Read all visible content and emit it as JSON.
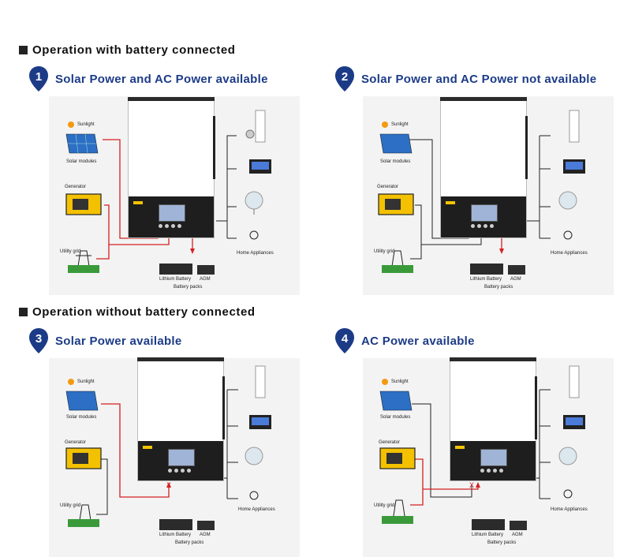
{
  "sections": {
    "with_battery": "Operation with battery connected",
    "without_battery": "Operation without battery connected"
  },
  "scenarios": [
    {
      "number": "1",
      "title": "Solar Power and AC Power available"
    },
    {
      "number": "2",
      "title": "Solar Power and AC Power not available"
    },
    {
      "number": "3",
      "title": "Solar Power available"
    },
    {
      "number": "4",
      "title": "AC Power available"
    }
  ],
  "labels": {
    "sunlight": "Sunlight",
    "solar_modules": "Solar modules",
    "generator": "Generator",
    "utility_grid": "Utility grid",
    "home_appliances": "Home Appliances",
    "lithium_battery": "Lithium Battery",
    "agm": "AGM",
    "battery_packs": "Battery packs",
    "cross_mark": "X"
  },
  "colors": {
    "heading_blue": "#1c3b87",
    "active_line": "#d42020",
    "inactive_line": "#222222"
  }
}
